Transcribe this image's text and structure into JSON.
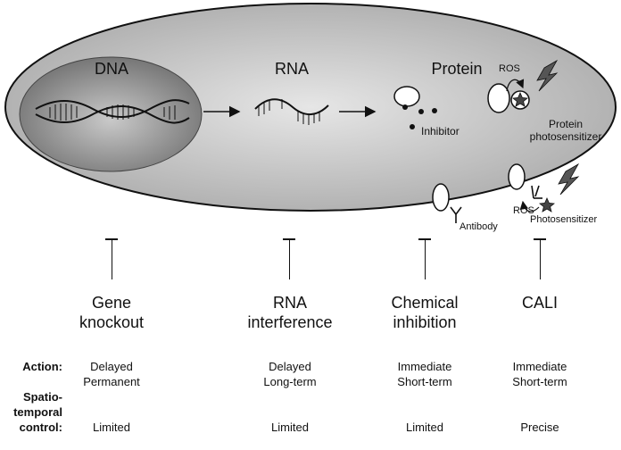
{
  "cell": {
    "dna_label": "DNA",
    "rna_label": "RNA",
    "protein_label": "Protein",
    "ros_top": "ROS",
    "inhibitor_label": "Inhibitor",
    "protein_photosensitizer_line1": "Protein",
    "protein_photosensitizer_line2": "photosensitizer",
    "antibody_label": "Antibody",
    "ros_bottom": "ROS",
    "photosensitizer_label": "Photosensitizer"
  },
  "methods": [
    {
      "name_line1": "Gene",
      "name_line2": "knockout",
      "action_line1": "Delayed",
      "action_line2": "Permanent",
      "control": "Limited"
    },
    {
      "name_line1": "RNA",
      "name_line2": "interference",
      "action_line1": "Delayed",
      "action_line2": "Long-term",
      "control": "Limited"
    },
    {
      "name_line1": "Chemical",
      "name_line2": "inhibition",
      "action_line1": "Immediate",
      "action_line2": "Short-term",
      "control": "Limited"
    },
    {
      "name_line1": "CALI",
      "name_line2": "",
      "action_line1": "Immediate",
      "action_line2": "Short-term",
      "control": "Precise"
    }
  ],
  "row_labels": {
    "action": "Action:",
    "spatio_line1": "Spatio-",
    "spatio_line2": "temporal",
    "spatio_line3": "control:"
  },
  "colors": {
    "cell_outer": "#bdbdbd",
    "nucleus": "#8c8c8c",
    "outline": "#111111"
  }
}
